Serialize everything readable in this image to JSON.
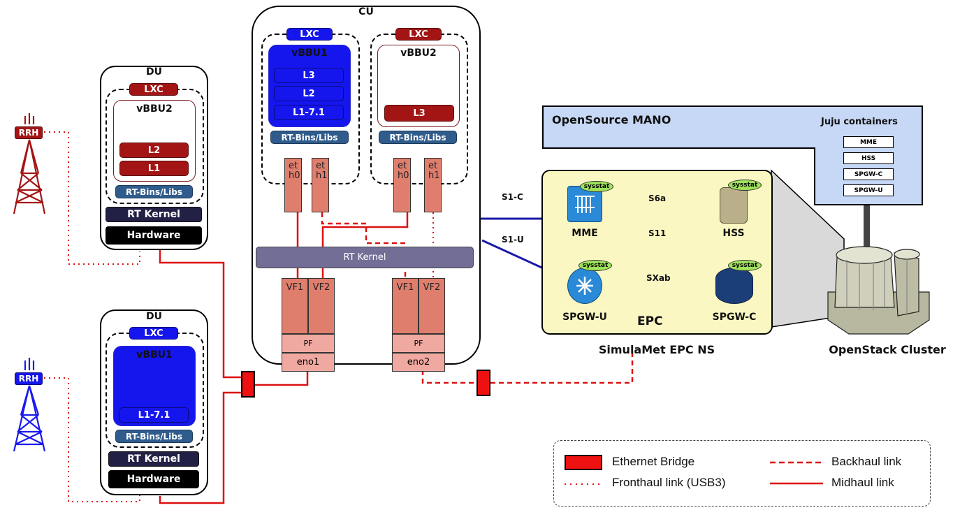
{
  "cu": {
    "title": "CU",
    "bbu1": {
      "lxc": "LXC",
      "name": "vBBU1",
      "layers": [
        "L3",
        "L2",
        "L1-7.1"
      ],
      "bins": "RT-Bins/Libs"
    },
    "bbu2": {
      "lxc": "LXC",
      "name": "vBBU2",
      "layers": [
        "L3"
      ],
      "bins": "RT-Bins/Libs"
    },
    "eth": [
      "eth0",
      "eth1",
      "eth0",
      "eth1"
    ],
    "kernel": "RT Kernel",
    "nic1": {
      "vf1": "VF1",
      "vf2": "VF2",
      "pf": "PF",
      "eno": "eno1"
    },
    "nic2": {
      "vf1": "VF1",
      "vf2": "VF2",
      "pf": "PF",
      "eno": "eno2"
    }
  },
  "du_top": {
    "title": "DU",
    "lxc": "LXC",
    "name": "vBBU2",
    "layers": [
      "L2",
      "L1"
    ],
    "bins": "RT-Bins/Libs",
    "kernel": "RT Kernel",
    "hardware": "Hardware"
  },
  "du_bottom": {
    "title": "DU",
    "lxc": "LXC",
    "name": "vBBU1",
    "layers": [
      "L1-7.1"
    ],
    "bins": "RT-Bins/Libs",
    "kernel": "RT Kernel",
    "hardware": "Hardware"
  },
  "rrh": {
    "top": "RRH",
    "bottom": "RRH"
  },
  "links": {
    "s1c": "S1-C",
    "s1u": "S1-U",
    "s6a": "S6a",
    "s11": "S11",
    "sxab": "SXab"
  },
  "epc": {
    "label": "EPC",
    "caption": "SimulaMet EPC NS",
    "sysstat": "sysstat",
    "nodes": {
      "mme": "MME",
      "hss": "HSS",
      "spgwu": "SPGW-U",
      "spgwc": "SPGW-C"
    }
  },
  "mano": {
    "title": "OpenSource MANO",
    "juju_title": "Juju containers",
    "containers": [
      "MME",
      "HSS",
      "SPGW-C",
      "SPGW-U"
    ]
  },
  "openstack": {
    "caption": "OpenStack Cluster"
  },
  "legend": {
    "bridge": "Ethernet Bridge",
    "fronthaul": "Fronthaul link (USB3)",
    "backhaul": "Backhaul link",
    "midhaul": "Midhaul link"
  },
  "colors": {
    "dark_red": "#a31515",
    "blue": "#1515ee",
    "link_red": "#dd1111",
    "link_blue": "#1a1aaa",
    "s6a": "#f5a623",
    "s11": "#33dddd",
    "sxab": "#e020c0",
    "mano_bg": "#c6d8f5",
    "epc_bg": "#fbf7c2"
  }
}
